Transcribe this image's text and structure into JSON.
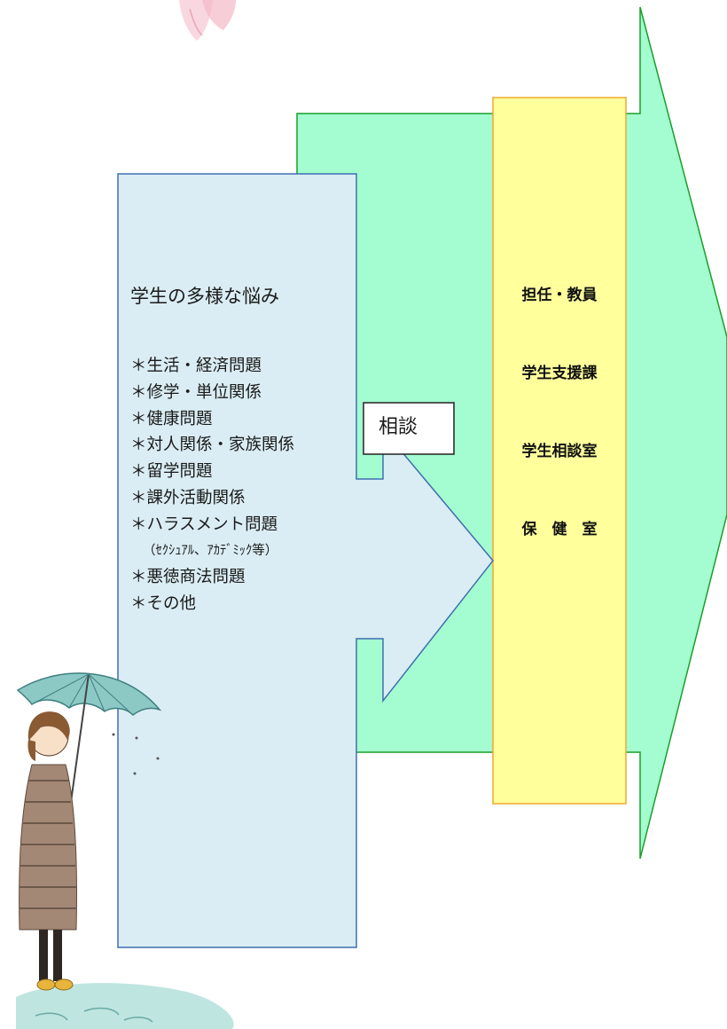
{
  "diagram": {
    "problems_box": {
      "title": "学生の多様な悩み",
      "items": [
        "＊生活・経済問題",
        "＊修学・単位関係",
        "＊健康問題",
        "＊対人関係・家族関係",
        "＊留学問題",
        "＊課外活動関係",
        "＊ハラスメント問題",
        "（ｾｸｼｭｱﾙ、ｱｶﾃﾞﾐｯｸ等）",
        "＊悪徳商法問題",
        "＊その他"
      ]
    },
    "consult_label": "相談",
    "destinations": [
      "担任・教員",
      "学生支援課",
      "学生相談室",
      "保　健　室"
    ]
  },
  "colors": {
    "problems_fill": "#daedf4",
    "problems_stroke": "#3f6fb0",
    "big_arrow_fill": "#a3fdd0",
    "big_arrow_stroke": "#1a9e2a",
    "destinations_fill": "#ffff9c",
    "destinations_stroke": "#f0a830"
  }
}
